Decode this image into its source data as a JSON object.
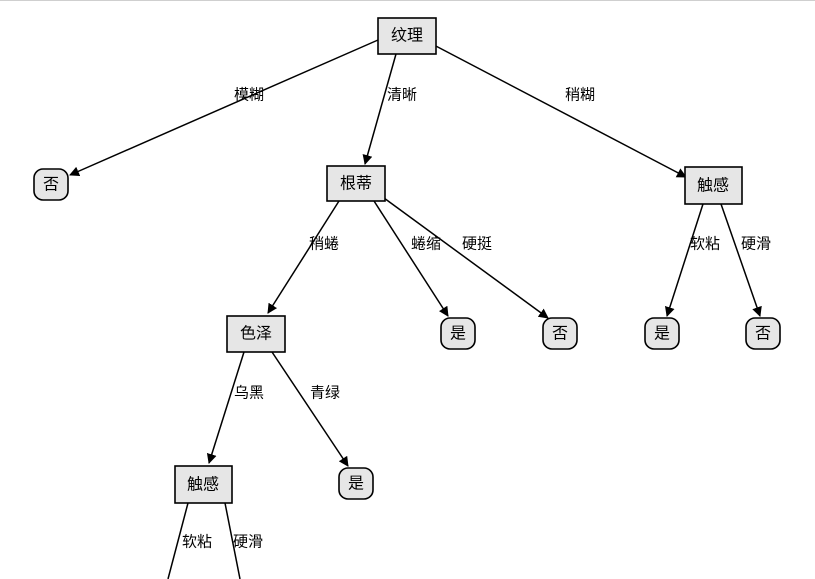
{
  "tree": {
    "root": {
      "label": "纹理"
    },
    "nodes": {
      "root_leaf_no": {
        "label": "否"
      },
      "genti": {
        "label": "根蒂"
      },
      "chugan_top": {
        "label": "触感"
      },
      "seze": {
        "label": "色泽"
      },
      "genti_leaf_yes": {
        "label": "是"
      },
      "genti_leaf_no": {
        "label": "否"
      },
      "chugan_top_leaf_yes": {
        "label": "是"
      },
      "chugan_top_leaf_no": {
        "label": "否"
      },
      "chugan_bottom": {
        "label": "触感"
      },
      "seze_leaf_yes": {
        "label": "是"
      }
    },
    "edges": {
      "mohu": "模糊",
      "qingxi": "清晰",
      "shaohu": "稍糊",
      "shaoquan": "稍蜷",
      "quansuo": "蜷缩",
      "yingting": "硬挺",
      "ruannian_top": "软粘",
      "yinghua_top": "硬滑",
      "wuhei": "乌黑",
      "qinglv": "青绿",
      "ruannian_bottom": "软粘",
      "yinghua_bottom": "硬滑"
    }
  }
}
